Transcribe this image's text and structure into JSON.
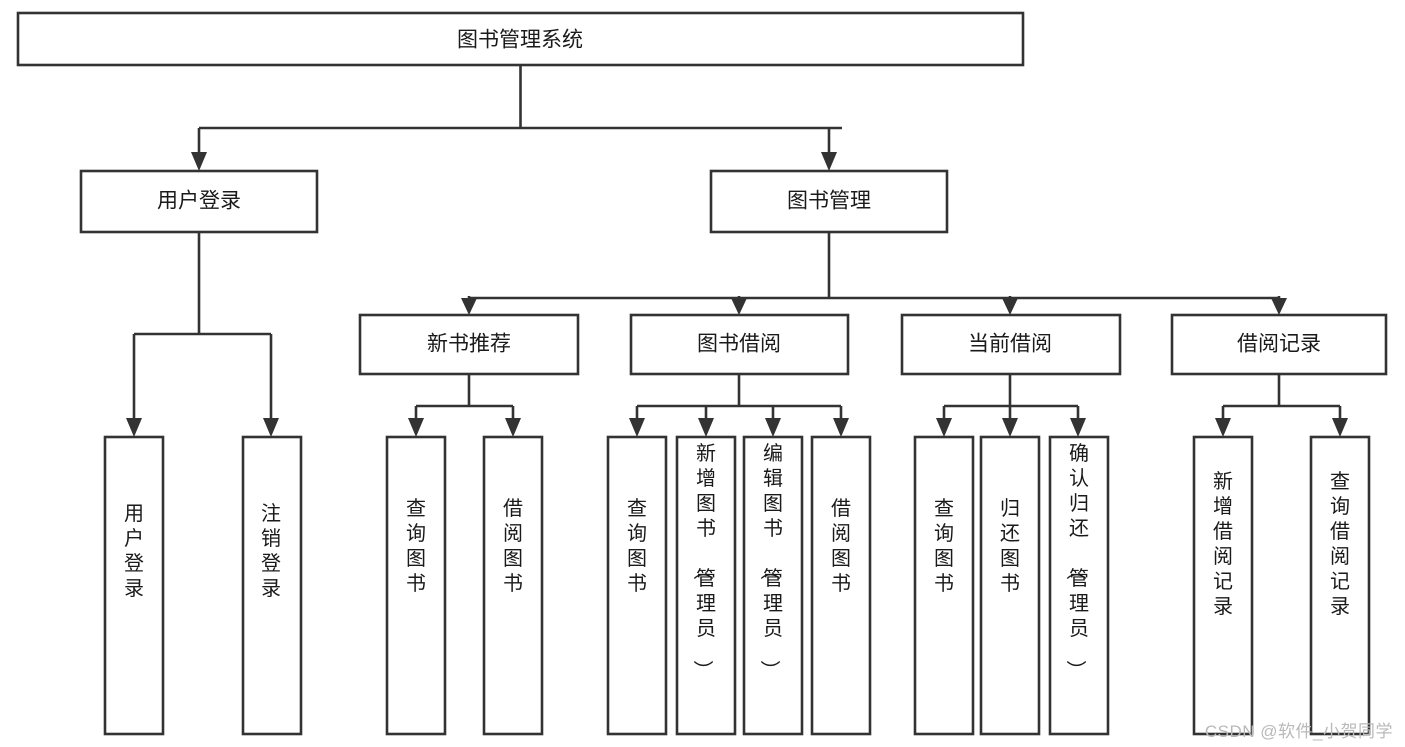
{
  "diagram": {
    "type": "tree",
    "title": "图书管理系统",
    "watermark": "CSDN @软件_小贺同学",
    "colors": {
      "stroke": "#333333",
      "fill": "#ffffff",
      "text": "#1a1a1a",
      "watermark": "#b9b9b9"
    },
    "levels": [
      {
        "level": 1,
        "nodes": [
          {
            "id": "root",
            "label": "图书管理系统",
            "orientation": "horizontal"
          }
        ]
      },
      {
        "level": 2,
        "nodes": [
          {
            "id": "login",
            "label": "用户登录",
            "orientation": "horizontal",
            "parent": "root"
          },
          {
            "id": "bookmgmt",
            "label": "图书管理",
            "orientation": "horizontal",
            "parent": "root"
          }
        ]
      },
      {
        "level": 3,
        "nodes": [
          {
            "id": "newbook",
            "label": "新书推荐",
            "orientation": "horizontal",
            "parent": "bookmgmt"
          },
          {
            "id": "borrow",
            "label": "图书借阅",
            "orientation": "horizontal",
            "parent": "bookmgmt"
          },
          {
            "id": "current",
            "label": "当前借阅",
            "orientation": "horizontal",
            "parent": "bookmgmt"
          },
          {
            "id": "record",
            "label": "借阅记录",
            "orientation": "horizontal",
            "parent": "bookmgmt"
          }
        ]
      },
      {
        "level": 4,
        "nodes": [
          {
            "id": "leaf1",
            "label": "用户登录",
            "orientation": "vertical",
            "parent": "login"
          },
          {
            "id": "leaf2",
            "label": "注销登录",
            "orientation": "vertical",
            "parent": "login"
          },
          {
            "id": "leaf3",
            "label": "查询图书",
            "orientation": "vertical",
            "parent": "newbook"
          },
          {
            "id": "leaf4",
            "label": "借阅图书",
            "orientation": "vertical",
            "parent": "newbook"
          },
          {
            "id": "leaf5",
            "label": "查询图书",
            "orientation": "vertical",
            "parent": "borrow"
          },
          {
            "id": "leaf6",
            "label": "新增图书（管理员）",
            "orientation": "vertical",
            "parent": "borrow"
          },
          {
            "id": "leaf7",
            "label": "编辑图书（管理员）",
            "orientation": "vertical",
            "parent": "borrow"
          },
          {
            "id": "leaf8",
            "label": "借阅图书",
            "orientation": "vertical",
            "parent": "borrow"
          },
          {
            "id": "leaf9",
            "label": "查询图书",
            "orientation": "vertical",
            "parent": "current"
          },
          {
            "id": "leaf10",
            "label": "归还图书",
            "orientation": "vertical",
            "parent": "current"
          },
          {
            "id": "leaf11",
            "label": "确认归还（管理员）",
            "orientation": "vertical",
            "parent": "current"
          },
          {
            "id": "leaf12",
            "label": "新增借阅记录",
            "orientation": "vertical",
            "parent": "record"
          },
          {
            "id": "leaf13",
            "label": "查询借阅记录",
            "orientation": "vertical",
            "parent": "record"
          }
        ]
      }
    ]
  }
}
